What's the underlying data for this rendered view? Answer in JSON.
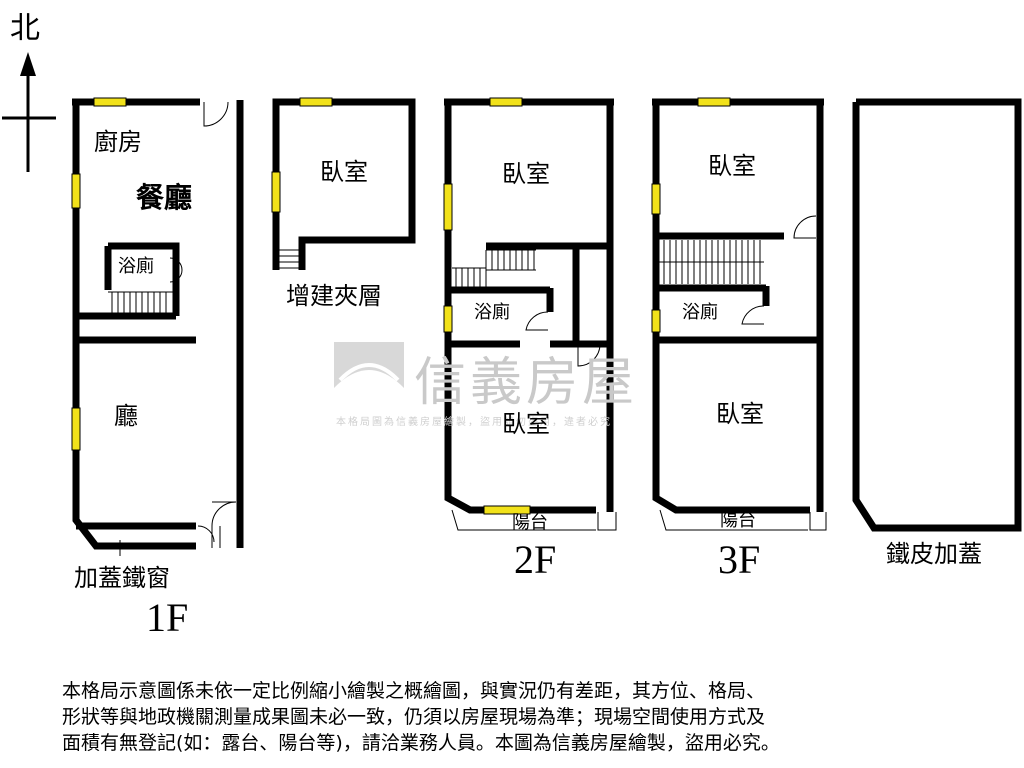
{
  "compass": {
    "north_label": "北"
  },
  "floor_1": {
    "kitchen": "廚房",
    "dining": "餐廳",
    "bath": "浴廁",
    "living": "廳",
    "iron_window": "加蓋鐵窗",
    "floor_label": "1F"
  },
  "mezzanine": {
    "bedroom": "臥室",
    "label": "增建夾層"
  },
  "floor_2": {
    "bedroom_top": "臥室",
    "bath": "浴廁",
    "bedroom_bottom": "臥室",
    "balcony": "陽台",
    "floor_label": "2F"
  },
  "floor_3": {
    "bedroom_top": "臥室",
    "bath": "浴廁",
    "bedroom_bottom": "臥室",
    "balcony": "陽台",
    "floor_label": "3F"
  },
  "roof": {
    "label": "鐵皮加蓋"
  },
  "watermark": {
    "brand": "信義房屋",
    "note": "本格局圖為信義房屋繪製，盜用請勿盜用，違者必究"
  },
  "disclaimer": {
    "line1": "本格局示意圖係未依一定比例縮小繪製之概繪圖，與實況仍有差距，其方位、格局、",
    "line2": "形狀等與地政機關測量成果圖未必一致，仍須以房屋現場為準；現場空間使用方式及",
    "line3": "面積有無登記(如：露台、陽台等)，請洽業務人員。本圖為信義房屋繪製，盜用必究。"
  },
  "colors": {
    "wall": "#000000",
    "window": "#f2e21a",
    "watermark": "#c9c9c9"
  }
}
